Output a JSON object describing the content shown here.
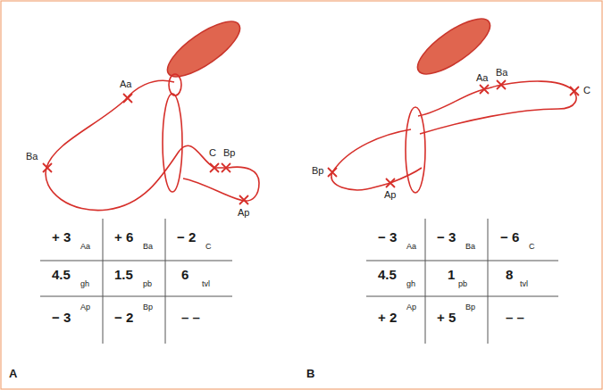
{
  "diagram": {
    "labels": [
      "Aa",
      "Ba",
      "C",
      "Bp",
      "Ap",
      "+ 3",
      "Aa",
      "+ 6",
      "Ba",
      "− 2",
      "C",
      "4.5",
      "gh",
      "1.5",
      "pb",
      "6",
      "tvl",
      "− 3",
      "Ap",
      "− 2",
      "Bp",
      "– –",
      "A",
      "Aa",
      "Ba",
      "C",
      "Bp",
      "Ap",
      "− 3",
      "Aa",
      "− 3",
      "Ba",
      "− 6",
      "C",
      "4.5",
      "gh",
      "1",
      "pb",
      "8",
      "tvl",
      "+ 2",
      "Ap",
      "+ 5",
      "Bp",
      "– –",
      "B"
    ]
  }
}
